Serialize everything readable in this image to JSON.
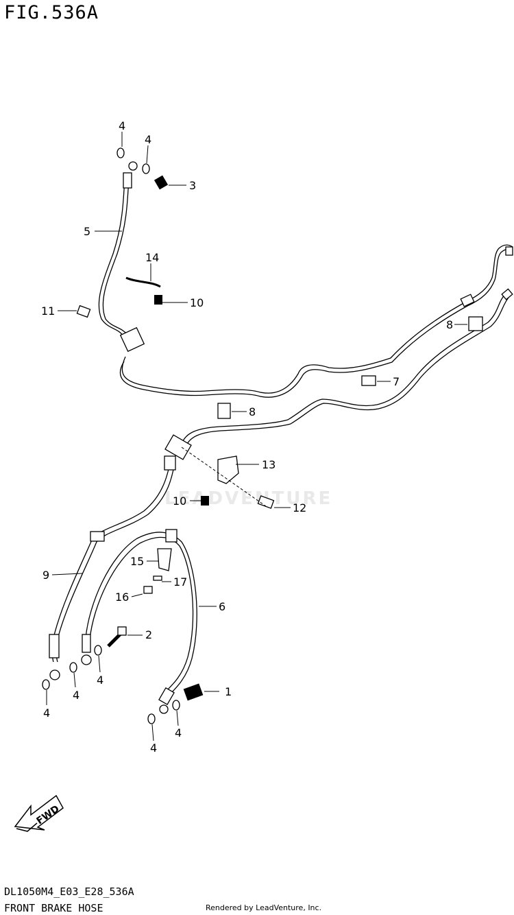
{
  "figure": {
    "title": "FIG.536A",
    "model_code": "DL1050M4_E03_E28_536A",
    "name": "FRONT BRAKE HOSE",
    "credit": "Rendered by LeadVenture, Inc.",
    "watermark": "LEADVENTURE"
  },
  "callouts": [
    {
      "id": "c1",
      "label": "1"
    },
    {
      "id": "c2",
      "label": "2"
    },
    {
      "id": "c3",
      "label": "3"
    },
    {
      "id": "c4a",
      "label": "4"
    },
    {
      "id": "c4b",
      "label": "4"
    },
    {
      "id": "c4c",
      "label": "4"
    },
    {
      "id": "c4d",
      "label": "4"
    },
    {
      "id": "c4e",
      "label": "4"
    },
    {
      "id": "c4f",
      "label": "4"
    },
    {
      "id": "c4g",
      "label": "4"
    },
    {
      "id": "c5",
      "label": "5"
    },
    {
      "id": "c6",
      "label": "6"
    },
    {
      "id": "c7",
      "label": "7"
    },
    {
      "id": "c8a",
      "label": "8"
    },
    {
      "id": "c8b",
      "label": "8"
    },
    {
      "id": "c9",
      "label": "9"
    },
    {
      "id": "c10a",
      "label": "10"
    },
    {
      "id": "c10b",
      "label": "10"
    },
    {
      "id": "c11",
      "label": "11"
    },
    {
      "id": "c12",
      "label": "12"
    },
    {
      "id": "c13",
      "label": "13"
    },
    {
      "id": "c14",
      "label": "14"
    },
    {
      "id": "c15",
      "label": "15"
    },
    {
      "id": "c16",
      "label": "16"
    },
    {
      "id": "c17",
      "label": "17"
    }
  ],
  "fwd_label": "FWD"
}
